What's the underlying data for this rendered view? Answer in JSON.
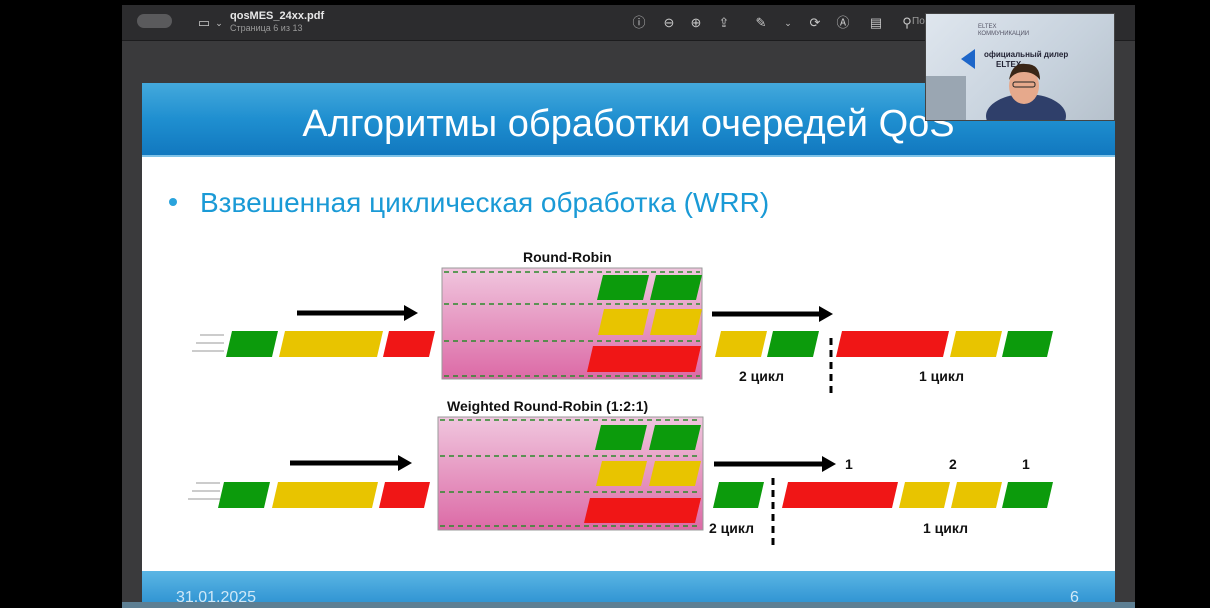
{
  "viewer": {
    "title": "qosMES_24xx.pdf",
    "subtitle": "Страница 6 из 13",
    "search_placeholder": "По"
  },
  "slide": {
    "title": "Алгоритмы обработки очередей QoS",
    "bullet": "Взвешенная циклическая обработка (WRR)",
    "date": "31.01.2025",
    "page_number": "6"
  },
  "diagram": {
    "rr_title": "Round-Robin",
    "wrr_title": "Weighted Round-Robin (1:2:1)",
    "rr_cycle2": "2 цикл",
    "rr_cycle1": "1 цикл",
    "wrr_cycle2": "2 цикл",
    "wrr_cycle1": "1 цикл",
    "wrr_weights": [
      "1",
      "2",
      "1"
    ],
    "colors": {
      "green": "#0c9b0c",
      "yellow": "#e8c400",
      "red": "#f01616",
      "queue_top": "#ecbdd8",
      "queue_bottom": "#e06aa8"
    }
  },
  "webcam": {
    "brand_line1": "ELTEX",
    "brand_line2": "КОММУНИКАЦИИ",
    "caption1": "официальный дилер",
    "caption2": "ELTEX"
  }
}
